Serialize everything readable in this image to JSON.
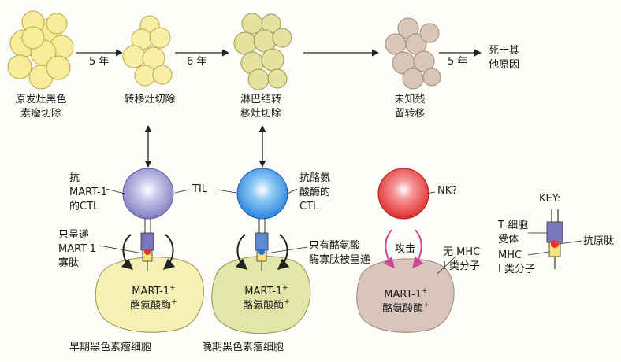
{
  "stages": [
    {
      "label_line1": "原发灶黑色",
      "label_line2": "素瘤切除"
    },
    {
      "label_line1": "转移灶切除",
      "label_line2": ""
    },
    {
      "label_line1": "淋巴结转",
      "label_line2": "移灶切除"
    },
    {
      "label_line1": "未知残",
      "label_line2": "留转移"
    }
  ],
  "intervals": [
    "5 年",
    "6 年",
    "5 年"
  ],
  "outcome": {
    "line1": "死于其",
    "line2": "他原因"
  },
  "cells": {
    "ctl1": {
      "line1": "抗",
      "line2": "MART-1",
      "line3": "的CTL"
    },
    "til": "TIL",
    "ctl2": {
      "line1": "抗酪氨",
      "line2": "酸酶的",
      "line3": "CTL"
    },
    "nk": "NK?"
  },
  "peptide_notes": {
    "left": {
      "line1": "只呈递",
      "line2": "MART-1",
      "line3": "寡肽"
    },
    "middle": {
      "line1": "只有酪氨酸",
      "line2": "酶寡肽被呈递"
    }
  },
  "attack": "攻击",
  "no_mhc": {
    "line1": "无 MHC",
    "line2": "I 类分子"
  },
  "tumor_cells": {
    "early": {
      "line1": "MART-1",
      "line2": "酪氨酸酶",
      "sup": "+",
      "caption": "早期黑色素瘤细胞"
    },
    "late": {
      "line1": "MART-1",
      "line2": "酪氨酸酶",
      "sup": "+",
      "caption": "晚期黑色素瘤细胞"
    },
    "third": {
      "line1": "MART-1",
      "line2": "酪氨酸酶",
      "sup": "+"
    }
  },
  "key": {
    "title": "KEY:",
    "tcr_line1": "T 细胞",
    "tcr_line2": "受体",
    "antigen": "抗原肽",
    "mhc_line1": "MHC",
    "mhc_line2": "I 类分子"
  },
  "colors": {
    "yellow_cells": "#f6ec9a",
    "green_cells": "#e5e2a0",
    "brown_cells": "#d8c6b6",
    "ctl_purple": "#8b88c8",
    "til_blue": "#3b8de0",
    "nk_red": "#e53030",
    "tumor_yellow": "#f5f0b4",
    "tumor_green": "#e2e6a8",
    "tumor_brown": "#d9c5bb",
    "attack_arrow": "#d0449a"
  }
}
